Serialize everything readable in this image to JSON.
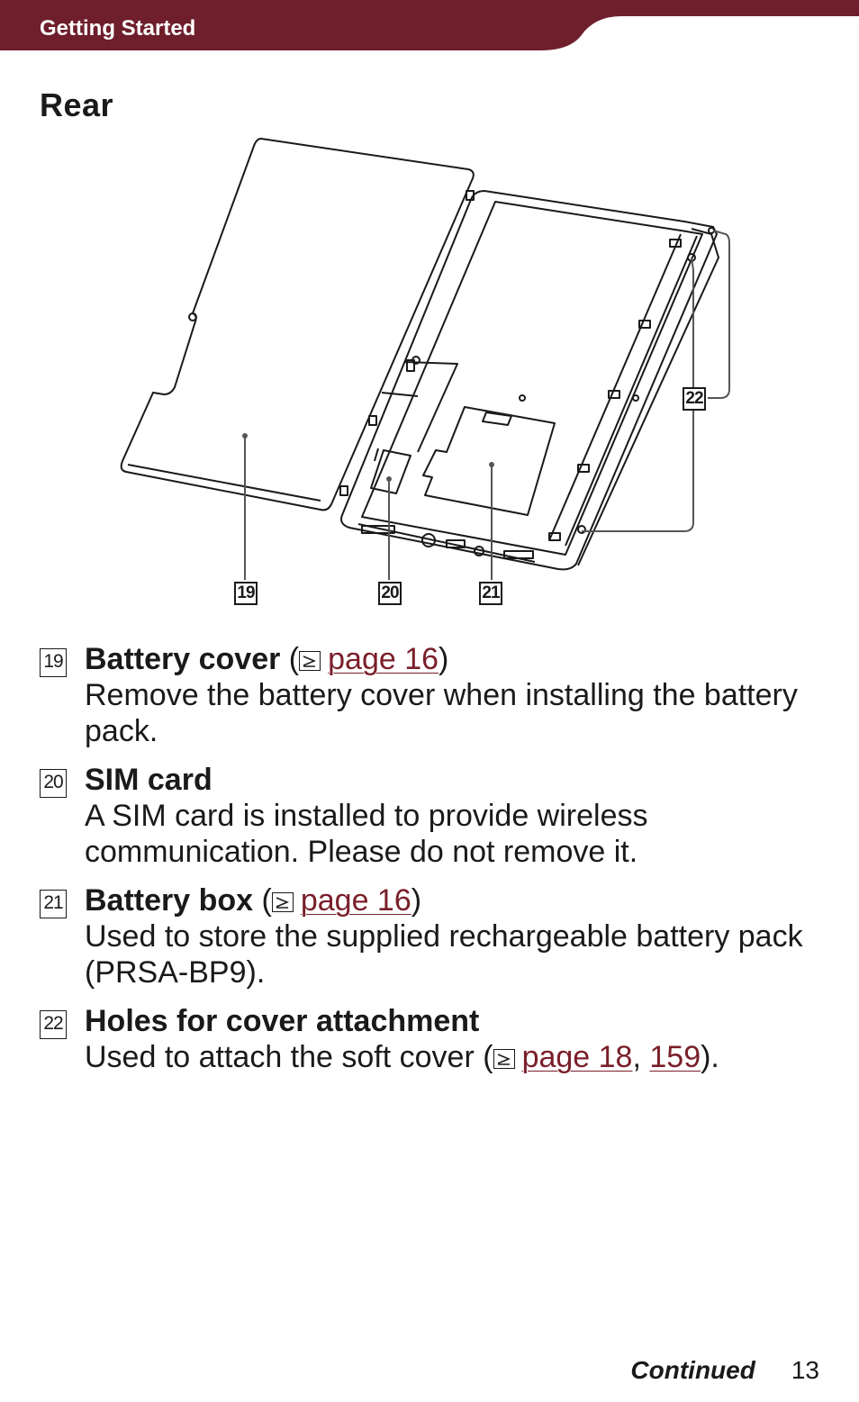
{
  "header": {
    "section_label": "Getting Started",
    "bar_color": "#6e1f2b"
  },
  "page_title": "Rear",
  "figure": {
    "callouts": [
      "19",
      "20",
      "21",
      "22"
    ]
  },
  "items": [
    {
      "number": "19",
      "title": "Battery cover",
      "open_paren": " (",
      "link1": "page 16",
      "close_paren": ")",
      "description": "Remove the battery cover when installing the battery pack."
    },
    {
      "number": "20",
      "title": "SIM card",
      "description": "A SIM card is installed to provide wireless communication. Please do not remove it."
    },
    {
      "number": "21",
      "title": "Battery box",
      "open_paren": " (",
      "link1": "page 16",
      "close_paren": ")",
      "description": "Used to store the supplied rechargeable battery pack (PRSA-BP9)."
    },
    {
      "number": "22",
      "title": "Holes for cover attachment",
      "description_prefix": "Used to attach the soft cover (",
      "link1": "page 18",
      "separator": ", ",
      "link2": "159",
      "description_suffix": ")."
    }
  ],
  "footer": {
    "continued": "Continued",
    "page_number": "13"
  },
  "colors": {
    "link": "#7a1f2a",
    "text": "#1a1a1a"
  }
}
